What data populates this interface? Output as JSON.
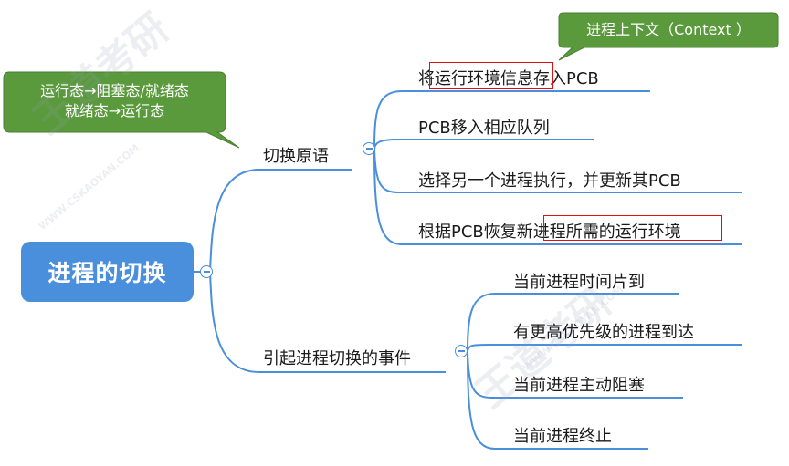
{
  "root": {
    "label": "进程的切换"
  },
  "branches": [
    {
      "label": "切换原语",
      "children": [
        {
          "label": "将运行环境信息存入PCB"
        },
        {
          "label": "PCB移入相应队列"
        },
        {
          "label": "选择另一个进程执行，并更新其PCB"
        },
        {
          "label": "根据PCB恢复新进程所需的运行环境"
        }
      ]
    },
    {
      "label": "引起进程切换的事件",
      "children": [
        {
          "label": "当前进程时间片到"
        },
        {
          "label": "有更高优先级的进程到达"
        },
        {
          "label": "当前进程主动阻塞"
        },
        {
          "label": "当前进程终止"
        }
      ]
    }
  ],
  "callouts": {
    "states": {
      "line1": "运行态→阻塞态/就绪态",
      "line2": "就绪态→运行态"
    },
    "context": {
      "label": "进程上下文（Context ）"
    }
  },
  "watermark": {
    "brand": "王道考研",
    "site": "WWW.CSKAOYAN.COM"
  },
  "colors": {
    "root_fill": "#4a8fdc",
    "connector": "#4a8fdc",
    "callout_fill": "#5a9a3c",
    "highlight_box": "#e01010"
  },
  "icons": {
    "collapse": "minus-circle-icon"
  }
}
